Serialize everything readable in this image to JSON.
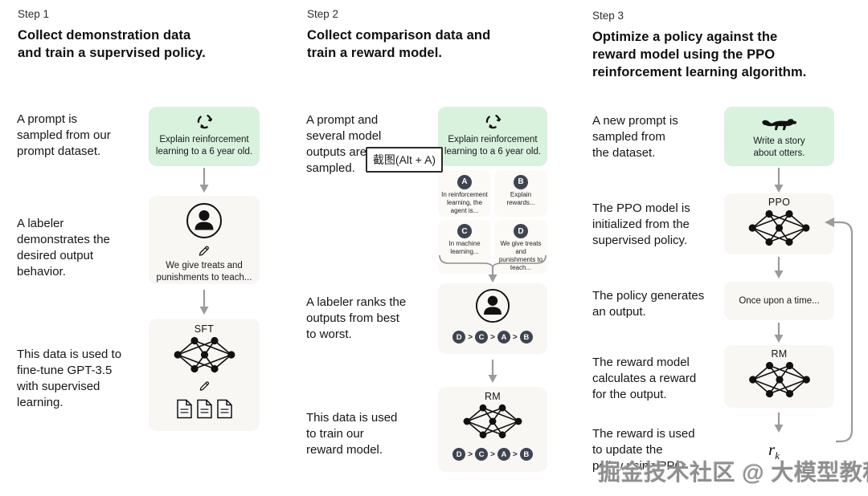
{
  "overlay": {
    "tooltip": "截图(Alt + A)",
    "watermark": "掘金技术社区 @ 大模型教程"
  },
  "colors": {
    "prompt_card_green": "#d9f2de",
    "stage_card_gray": "#f8f7f4",
    "badge_dark": "#3e4450",
    "arrow_gray": "#9b9b9b"
  },
  "steps": [
    {
      "label": "Step 1",
      "title": "Collect demonstration data\nand train a supervised policy.",
      "captions": [
        "A prompt is\nsampled from our\nprompt dataset.",
        "A labeler\ndemonstrates the\ndesired output\nbehavior.",
        "This data is used to\nfine-tune GPT-3.5\nwith supervised\nlearning."
      ],
      "prompt_text": "Explain reinforcement\nlearning to a 6 year old.",
      "labeler_note": "We give treats and\npunishments to teach...",
      "model_label": "SFT"
    },
    {
      "label": "Step 2",
      "title": "Collect comparison data and\ntrain a reward model.",
      "captions": [
        "A prompt and\nseveral model\noutputs are\nsampled.",
        "A labeler ranks the\noutputs from best\nto worst.",
        "This data is used\nto train our\nreward model."
      ],
      "prompt_text": "Explain reinforcement\nlearning to a 6 year old.",
      "outputs": [
        {
          "letter": "A",
          "text": "In reinforcement\nlearning, the\nagent is..."
        },
        {
          "letter": "B",
          "text": "Explain rewards..."
        },
        {
          "letter": "C",
          "text": "In machine\nlearning..."
        },
        {
          "letter": "D",
          "text": "We give treats and\npunishments to\nteach..."
        }
      ],
      "ranking": {
        "order": [
          "D",
          "C",
          "A",
          "B"
        ],
        "separator": ">"
      },
      "model_label": "RM"
    },
    {
      "label": "Step 3",
      "title": "Optimize a policy against the\nreward model using the PPO\nreinforcement learning algorithm.",
      "captions": [
        "A new prompt is\nsampled from\nthe dataset.",
        "The PPO model is\ninitialized from the\nsupervised policy.",
        "The policy generates\nan output.",
        "The reward model\ncalculates a reward\nfor the output.",
        "The reward is used\nto update the\npolicy using PPO."
      ],
      "prompt_text": "Write a story\nabout otters.",
      "ppo_label": "PPO",
      "output_text": "Once upon a time...",
      "rm_label": "RM",
      "reward": {
        "symbol": "r",
        "subscript": "k"
      }
    }
  ]
}
